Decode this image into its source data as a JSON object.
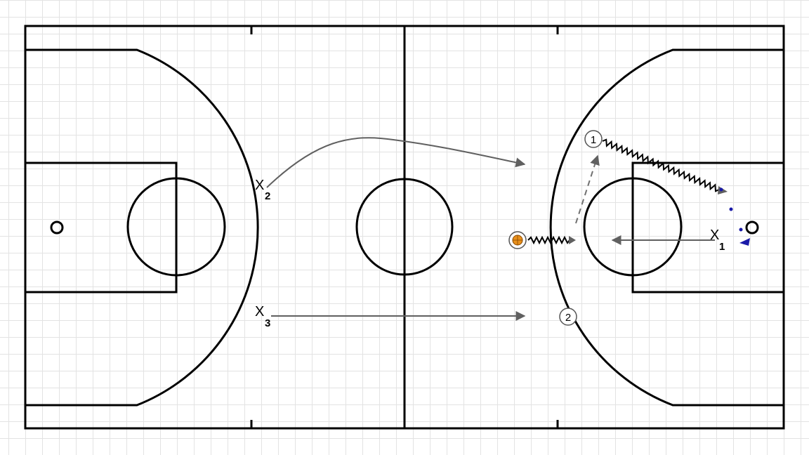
{
  "diagram": {
    "court": {
      "line_color": "#000000",
      "background": "#ffffff",
      "grid_color": "#e3e3e3"
    },
    "offense_players": [
      {
        "number": "1",
        "marker": "circled-number"
      },
      {
        "number": "2",
        "marker": "circled-number"
      }
    ],
    "defense_players": [
      {
        "letter": "X",
        "subscript": "1"
      },
      {
        "letter": "X",
        "subscript": "2"
      },
      {
        "letter": "X",
        "subscript": "3"
      }
    ],
    "ball": {
      "color": "#e8901c",
      "icon": "basketball-icon"
    },
    "arrow_color": "#606060",
    "screen_marker_color": "#1a1aa8",
    "legend": {
      "dribble": "zigzag-arrow",
      "cut": "dashed-arrow",
      "defensive_move": "solid-arrow"
    }
  }
}
